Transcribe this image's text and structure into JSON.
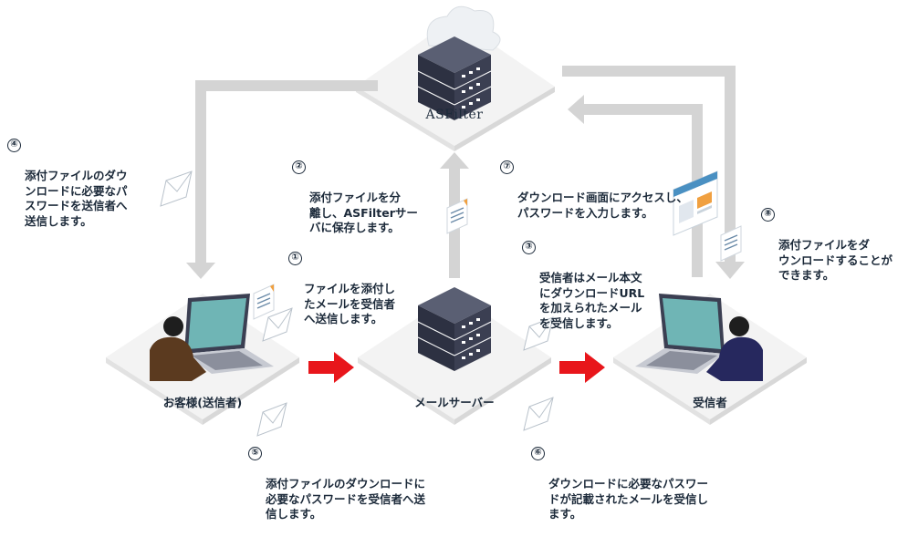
{
  "nodes": {
    "asfilter": "ASFilter",
    "sender": "お客様(送信者)",
    "mail_server": "メールサーバー",
    "receiver": "受信者"
  },
  "steps": [
    {
      "num": "①",
      "text": "ファイルを添付し\nたメールを受信者\nへ送信します。"
    },
    {
      "num": "②",
      "text": "添付ファイルを分\n離し、ASFilterサー\nバに保存します。"
    },
    {
      "num": "③",
      "text": "受信者はメール本文\nにダウンロードURL\nを加えられたメール\nを受信します。"
    },
    {
      "num": "④",
      "text": "添付ファイルのダウ\nンロードに必要なパ\nスワードを送信者へ\n送信します。"
    },
    {
      "num": "⑤",
      "text": "添付ファイルのダウンロードに\n必要なパスワードを受信者へ送\n信します。"
    },
    {
      "num": "⑥",
      "text": "ダウンロードに必要なパスワー\nドが記載されたメールを受信し\nます。"
    },
    {
      "num": "⑦",
      "text": "ダウンロード画面にアクセスし、\nパスワードを入力します。"
    },
    {
      "num": "⑧",
      "text": "添付ファイルをダ\nウンロードすることが\nできます。"
    }
  ],
  "colors": {
    "flow_arrow": "#d4d4d4",
    "mail_arrow": "#e8161b",
    "text": "#1c2a3a",
    "server": "#3b3f52",
    "screen": "#6fb5b5",
    "platform": "#f0f0f0"
  },
  "icons": [
    "cloud-icon",
    "server-icon",
    "laptop-icon",
    "person-icon",
    "envelope-icon",
    "document-icon",
    "web-page-icon"
  ]
}
